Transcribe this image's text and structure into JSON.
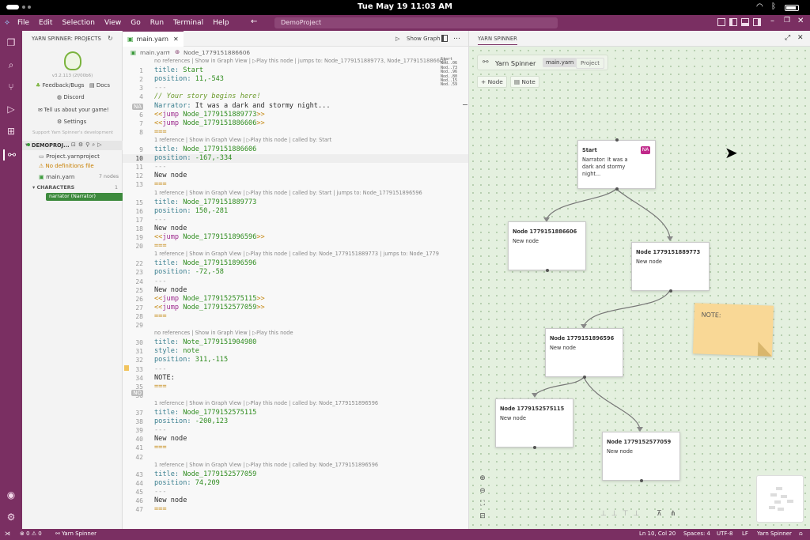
{
  "os_bar": {
    "clock": "Tue May 19  11:03 AM"
  },
  "menu": [
    "File",
    "Edit",
    "Selection",
    "View",
    "Go",
    "Run",
    "Terminal",
    "Help"
  ],
  "command_center": "DemoProject",
  "sidebar": {
    "header": "YARN SPINNER: PROJECTS",
    "version": "v3.2.113 (2f/00b6)",
    "links": {
      "feedback": "Feedback/Bugs",
      "docs": "Docs",
      "discord": "Discord",
      "tell_us": "Tell us about your game!",
      "settings": "Settings",
      "support": "Support Yarn Spinner's development"
    },
    "project_section": "DEMOPROJ...",
    "files": {
      "project": "Project.yarnproject",
      "warning": "No definitions file",
      "yarn": "main.yarn",
      "yarn_count": "7 nodes"
    },
    "characters_header": "CHARACTERS",
    "characters_count": "1",
    "character": "narrator (Narrator)"
  },
  "editor": {
    "tab": "main.yarn",
    "show_graph": "Show Graph",
    "breadcrumb_file": "main.yarn",
    "breadcrumb_node": "Node_1779151886606",
    "minimap": "Start\nNod..06\nNod..73\nNod..96\nNod..80\nNod..15\nNod..59",
    "gutter_badge_na": "NA",
    "gutter_badge_no": "NO",
    "lines": [
      {
        "n": "1",
        "p": [
          [
            "k",
            "title: "
          ],
          [
            "v",
            "Start"
          ]
        ]
      },
      {
        "n": "2",
        "p": [
          [
            "k",
            "position: "
          ],
          [
            "v",
            "11,-543"
          ]
        ]
      },
      {
        "n": "3",
        "p": [
          [
            "sep",
            "---"
          ]
        ]
      },
      {
        "n": "4",
        "p": [
          [
            "cm",
            "// Your story begins here!"
          ]
        ]
      },
      {
        "n": "5",
        "p": [
          [
            "k",
            "Narrator: "
          ],
          [
            "pl",
            "It was a dark and stormy night..."
          ]
        ]
      },
      {
        "n": "6",
        "p": [
          [
            "op",
            "<<"
          ],
          [
            "kw",
            "jump "
          ],
          [
            "v",
            "Node_1779151889773"
          ],
          [
            "op",
            ">>"
          ]
        ]
      },
      {
        "n": "7",
        "p": [
          [
            "op",
            "<<"
          ],
          [
            "kw",
            "jump "
          ],
          [
            "v",
            "Node_1779151886606"
          ],
          [
            "op",
            ">>"
          ]
        ]
      },
      {
        "n": "8",
        "p": [
          [
            "op",
            "==="
          ]
        ]
      },
      {
        "n": "9",
        "p": [
          [
            "k",
            "title: "
          ],
          [
            "v",
            "Node_1779151886606"
          ]
        ]
      },
      {
        "n": "10",
        "p": [
          [
            "k",
            "position: "
          ],
          [
            "v",
            "-167,-334"
          ]
        ]
      },
      {
        "n": "11",
        "p": [
          [
            "sep",
            "---"
          ]
        ]
      },
      {
        "n": "12",
        "p": [
          [
            "pl",
            "New node"
          ]
        ]
      },
      {
        "n": "13",
        "p": [
          [
            "op",
            "==="
          ]
        ]
      },
      {
        "n": "15",
        "p": [
          [
            "k",
            "title: "
          ],
          [
            "v",
            "Node_1779151889773"
          ]
        ]
      },
      {
        "n": "16",
        "p": [
          [
            "k",
            "position: "
          ],
          [
            "v",
            "150,-281"
          ]
        ]
      },
      {
        "n": "17",
        "p": [
          [
            "sep",
            "---"
          ]
        ]
      },
      {
        "n": "18",
        "p": [
          [
            "pl",
            "New node"
          ]
        ]
      },
      {
        "n": "19",
        "p": [
          [
            "op",
            "<<"
          ],
          [
            "kw",
            "jump "
          ],
          [
            "v",
            "Node_1779151896596"
          ],
          [
            "op",
            ">>"
          ]
        ]
      },
      {
        "n": "20",
        "p": [
          [
            "op",
            "==="
          ]
        ]
      },
      {
        "n": "22",
        "p": [
          [
            "k",
            "title: "
          ],
          [
            "v",
            "Node_1779151896596"
          ]
        ]
      },
      {
        "n": "23",
        "p": [
          [
            "k",
            "position: "
          ],
          [
            "v",
            "-72,-58"
          ]
        ]
      },
      {
        "n": "24",
        "p": [
          [
            "sep",
            "---"
          ]
        ]
      },
      {
        "n": "25",
        "p": [
          [
            "pl",
            "New node"
          ]
        ]
      },
      {
        "n": "26",
        "p": [
          [
            "op",
            "<<"
          ],
          [
            "kw",
            "jump "
          ],
          [
            "v",
            "Node_1779152575115"
          ],
          [
            "op",
            ">>"
          ]
        ]
      },
      {
        "n": "27",
        "p": [
          [
            "op",
            "<<"
          ],
          [
            "kw",
            "jump "
          ],
          [
            "v",
            "Node_1779152577059"
          ],
          [
            "op",
            ">>"
          ]
        ]
      },
      {
        "n": "28",
        "p": [
          [
            "op",
            "==="
          ]
        ]
      },
      {
        "n": "29",
        "p": []
      },
      {
        "n": "30",
        "p": [
          [
            "k",
            "title: "
          ],
          [
            "v",
            "Note_1779151904980"
          ]
        ]
      },
      {
        "n": "31",
        "p": [
          [
            "k",
            "style: "
          ],
          [
            "v",
            "note"
          ]
        ]
      },
      {
        "n": "32",
        "p": [
          [
            "k",
            "position: "
          ],
          [
            "v",
            "311,-115"
          ]
        ]
      },
      {
        "n": "33",
        "p": [
          [
            "sep",
            "---"
          ]
        ]
      },
      {
        "n": "34",
        "p": [
          [
            "pl",
            "NOTE:"
          ]
        ]
      },
      {
        "n": "35",
        "p": [
          [
            "op",
            "==="
          ]
        ]
      },
      {
        "n": "36",
        "p": []
      },
      {
        "n": "37",
        "p": [
          [
            "k",
            "title: "
          ],
          [
            "v",
            "Node_1779152575115"
          ]
        ]
      },
      {
        "n": "38",
        "p": [
          [
            "k",
            "position: "
          ],
          [
            "v",
            "-200,123"
          ]
        ]
      },
      {
        "n": "39",
        "p": [
          [
            "sep",
            "---"
          ]
        ]
      },
      {
        "n": "40",
        "p": [
          [
            "pl",
            "New node"
          ]
        ]
      },
      {
        "n": "41",
        "p": [
          [
            "op",
            "==="
          ]
        ]
      },
      {
        "n": "42",
        "p": []
      },
      {
        "n": "43",
        "p": [
          [
            "k",
            "title: "
          ],
          [
            "v",
            "Node_1779152577059"
          ]
        ]
      },
      {
        "n": "44",
        "p": [
          [
            "k",
            "position: "
          ],
          [
            "v",
            "74,209"
          ]
        ]
      },
      {
        "n": "45",
        "p": [
          [
            "sep",
            "---"
          ]
        ]
      },
      {
        "n": "46",
        "p": [
          [
            "pl",
            "New node"
          ]
        ]
      },
      {
        "n": "47",
        "p": [
          [
            "op",
            "==="
          ]
        ]
      }
    ],
    "lenses": [
      "no references | Show in Graph View | ▷Play this node | jumps to: Node_1779151889773, Node_1779151886606",
      "1 reference | Show in Graph View | ▷Play this node | called by: Start",
      "1 reference | Show in Graph View | ▷Play this node | called by: Start | jumps to: Node_1779151896596",
      "1 reference | Show in Graph View | ▷Play this node | called by: Node_1779151889773 | jumps to: Node_1779",
      "no references | Show in Graph View | ▷Play this node",
      "1 reference | Show in Graph View | ▷Play this node | called by: Node_1779151896596",
      "1 reference | Show in Graph View | ▷Play this node | called by: Node_1779151896596"
    ]
  },
  "graph": {
    "panel_tab": "YARN SPINNER",
    "app_name": "Yarn Spinner",
    "file_chip": "main.yarn",
    "project_chip": "Project",
    "add_node": "Node",
    "add_note": "Note",
    "nodes": {
      "start": {
        "title": "Start",
        "body": "Narrator: It was a dark and stormy night...",
        "badge": "NA"
      },
      "n606": {
        "title": "Node 1779151886606",
        "body": "New node"
      },
      "n773": {
        "title": "Node 1779151889773",
        "body": "New node"
      },
      "n596": {
        "title": "Node 1779151896596",
        "body": "New node"
      },
      "n115": {
        "title": "Node 1779152575115",
        "body": "New node"
      },
      "n059": {
        "title": "Node 1779152577059",
        "body": "New node"
      }
    },
    "note": "NOTE:"
  },
  "status": {
    "errors": "0",
    "warnings": "0",
    "left_label": "Yarn Spinner",
    "pos": "Ln 10, Col 20",
    "spaces": "Spaces: 4",
    "enc": "UTF-8",
    "eol": "LF",
    "lang": "Yarn Spinner"
  },
  "colors": {
    "brand": "#7a2f62",
    "graph_bg": "#e4f0df",
    "badge": "#c0288a",
    "note": "#f9d896"
  }
}
